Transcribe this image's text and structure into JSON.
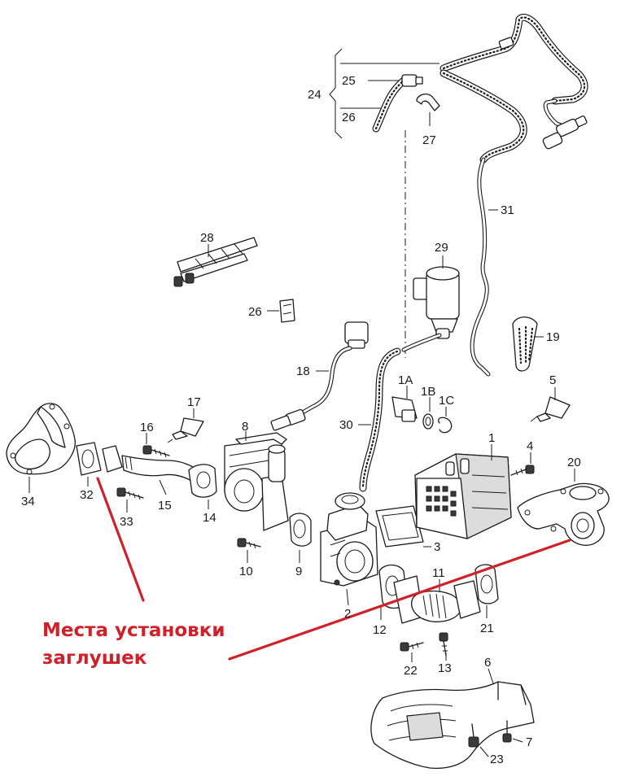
{
  "diagram": {
    "callouts": [
      {
        "id": "c24",
        "label": "24"
      },
      {
        "id": "c25",
        "label": "25"
      },
      {
        "id": "c26a",
        "label": "26"
      },
      {
        "id": "c27",
        "label": "27"
      },
      {
        "id": "c31",
        "label": "31"
      },
      {
        "id": "c28",
        "label": "28"
      },
      {
        "id": "c29",
        "label": "29"
      },
      {
        "id": "c26b",
        "label": "26"
      },
      {
        "id": "c19",
        "label": "19"
      },
      {
        "id": "c18",
        "label": "18"
      },
      {
        "id": "c1A",
        "label": "1A"
      },
      {
        "id": "c1B",
        "label": "1B"
      },
      {
        "id": "c1C",
        "label": "1C"
      },
      {
        "id": "c5",
        "label": "5"
      },
      {
        "id": "c17",
        "label": "17"
      },
      {
        "id": "c16",
        "label": "16"
      },
      {
        "id": "c8",
        "label": "8"
      },
      {
        "id": "c30",
        "label": "30"
      },
      {
        "id": "c1",
        "label": "1"
      },
      {
        "id": "c4",
        "label": "4"
      },
      {
        "id": "c20",
        "label": "20"
      },
      {
        "id": "c34",
        "label": "34"
      },
      {
        "id": "c32",
        "label": "32"
      },
      {
        "id": "c33",
        "label": "33"
      },
      {
        "id": "c15",
        "label": "15"
      },
      {
        "id": "c14",
        "label": "14"
      },
      {
        "id": "c10",
        "label": "10"
      },
      {
        "id": "c9",
        "label": "9"
      },
      {
        "id": "c3",
        "label": "3"
      },
      {
        "id": "c2",
        "label": "2"
      },
      {
        "id": "c11",
        "label": "11"
      },
      {
        "id": "c12",
        "label": "12"
      },
      {
        "id": "c21",
        "label": "21"
      },
      {
        "id": "c22",
        "label": "22"
      },
      {
        "id": "c13",
        "label": "13"
      },
      {
        "id": "c6",
        "label": "6"
      },
      {
        "id": "c7",
        "label": "7"
      },
      {
        "id": "c23",
        "label": "23"
      }
    ],
    "annotation": {
      "line1": "Места установки",
      "line2": "заглушек",
      "color": "#d0202a"
    }
  }
}
